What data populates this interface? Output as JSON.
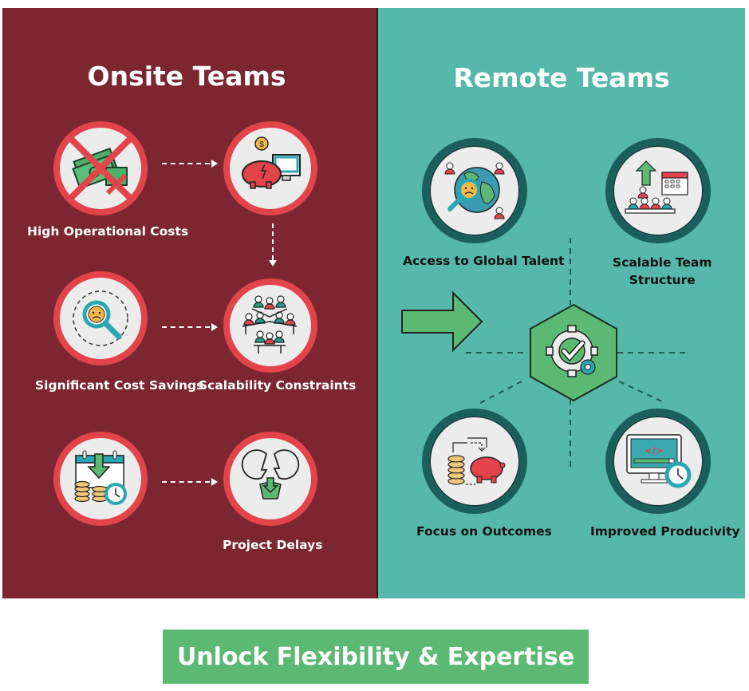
{
  "onsite": {
    "title": "Onsite Teams",
    "items": [
      {
        "icon": "crossed-money-icon",
        "label": "High Operational Costs"
      },
      {
        "icon": "piggy-bank-computer-icon",
        "label": ""
      },
      {
        "icon": "magnifier-sad-face-icon",
        "label": "Significant Cost Savings"
      },
      {
        "icon": "team-meeting-tables-icon",
        "label": "Scalability Constraints"
      },
      {
        "icon": "calendar-coins-clock-icon",
        "label": ""
      },
      {
        "icon": "broken-brain-icon",
        "label": "Project Delays"
      }
    ],
    "colors": {
      "background": "#7b2630",
      "ring": "#e2444a"
    }
  },
  "remote": {
    "title": "Remote Teams",
    "items": [
      {
        "icon": "globe-talent-search-icon",
        "label": "Access to Global Talent"
      },
      {
        "icon": "team-growth-calendar-icon",
        "label_line1": "Scalable Team",
        "label_line2": "Structure"
      },
      {
        "icon": "coins-piggy-bank-icon",
        "label": "Focus on Outcomes"
      },
      {
        "icon": "monitor-code-clock-icon",
        "label": "Improved Producivity"
      }
    ],
    "hub_icon": "gear-checkmark-icon",
    "colors": {
      "background": "#56b8aa",
      "ring": "#1b5f5c",
      "accent": "#5cb973"
    }
  },
  "cta": {
    "label": "Unlock Flexibility & Expertise",
    "color": "#5cb973"
  }
}
